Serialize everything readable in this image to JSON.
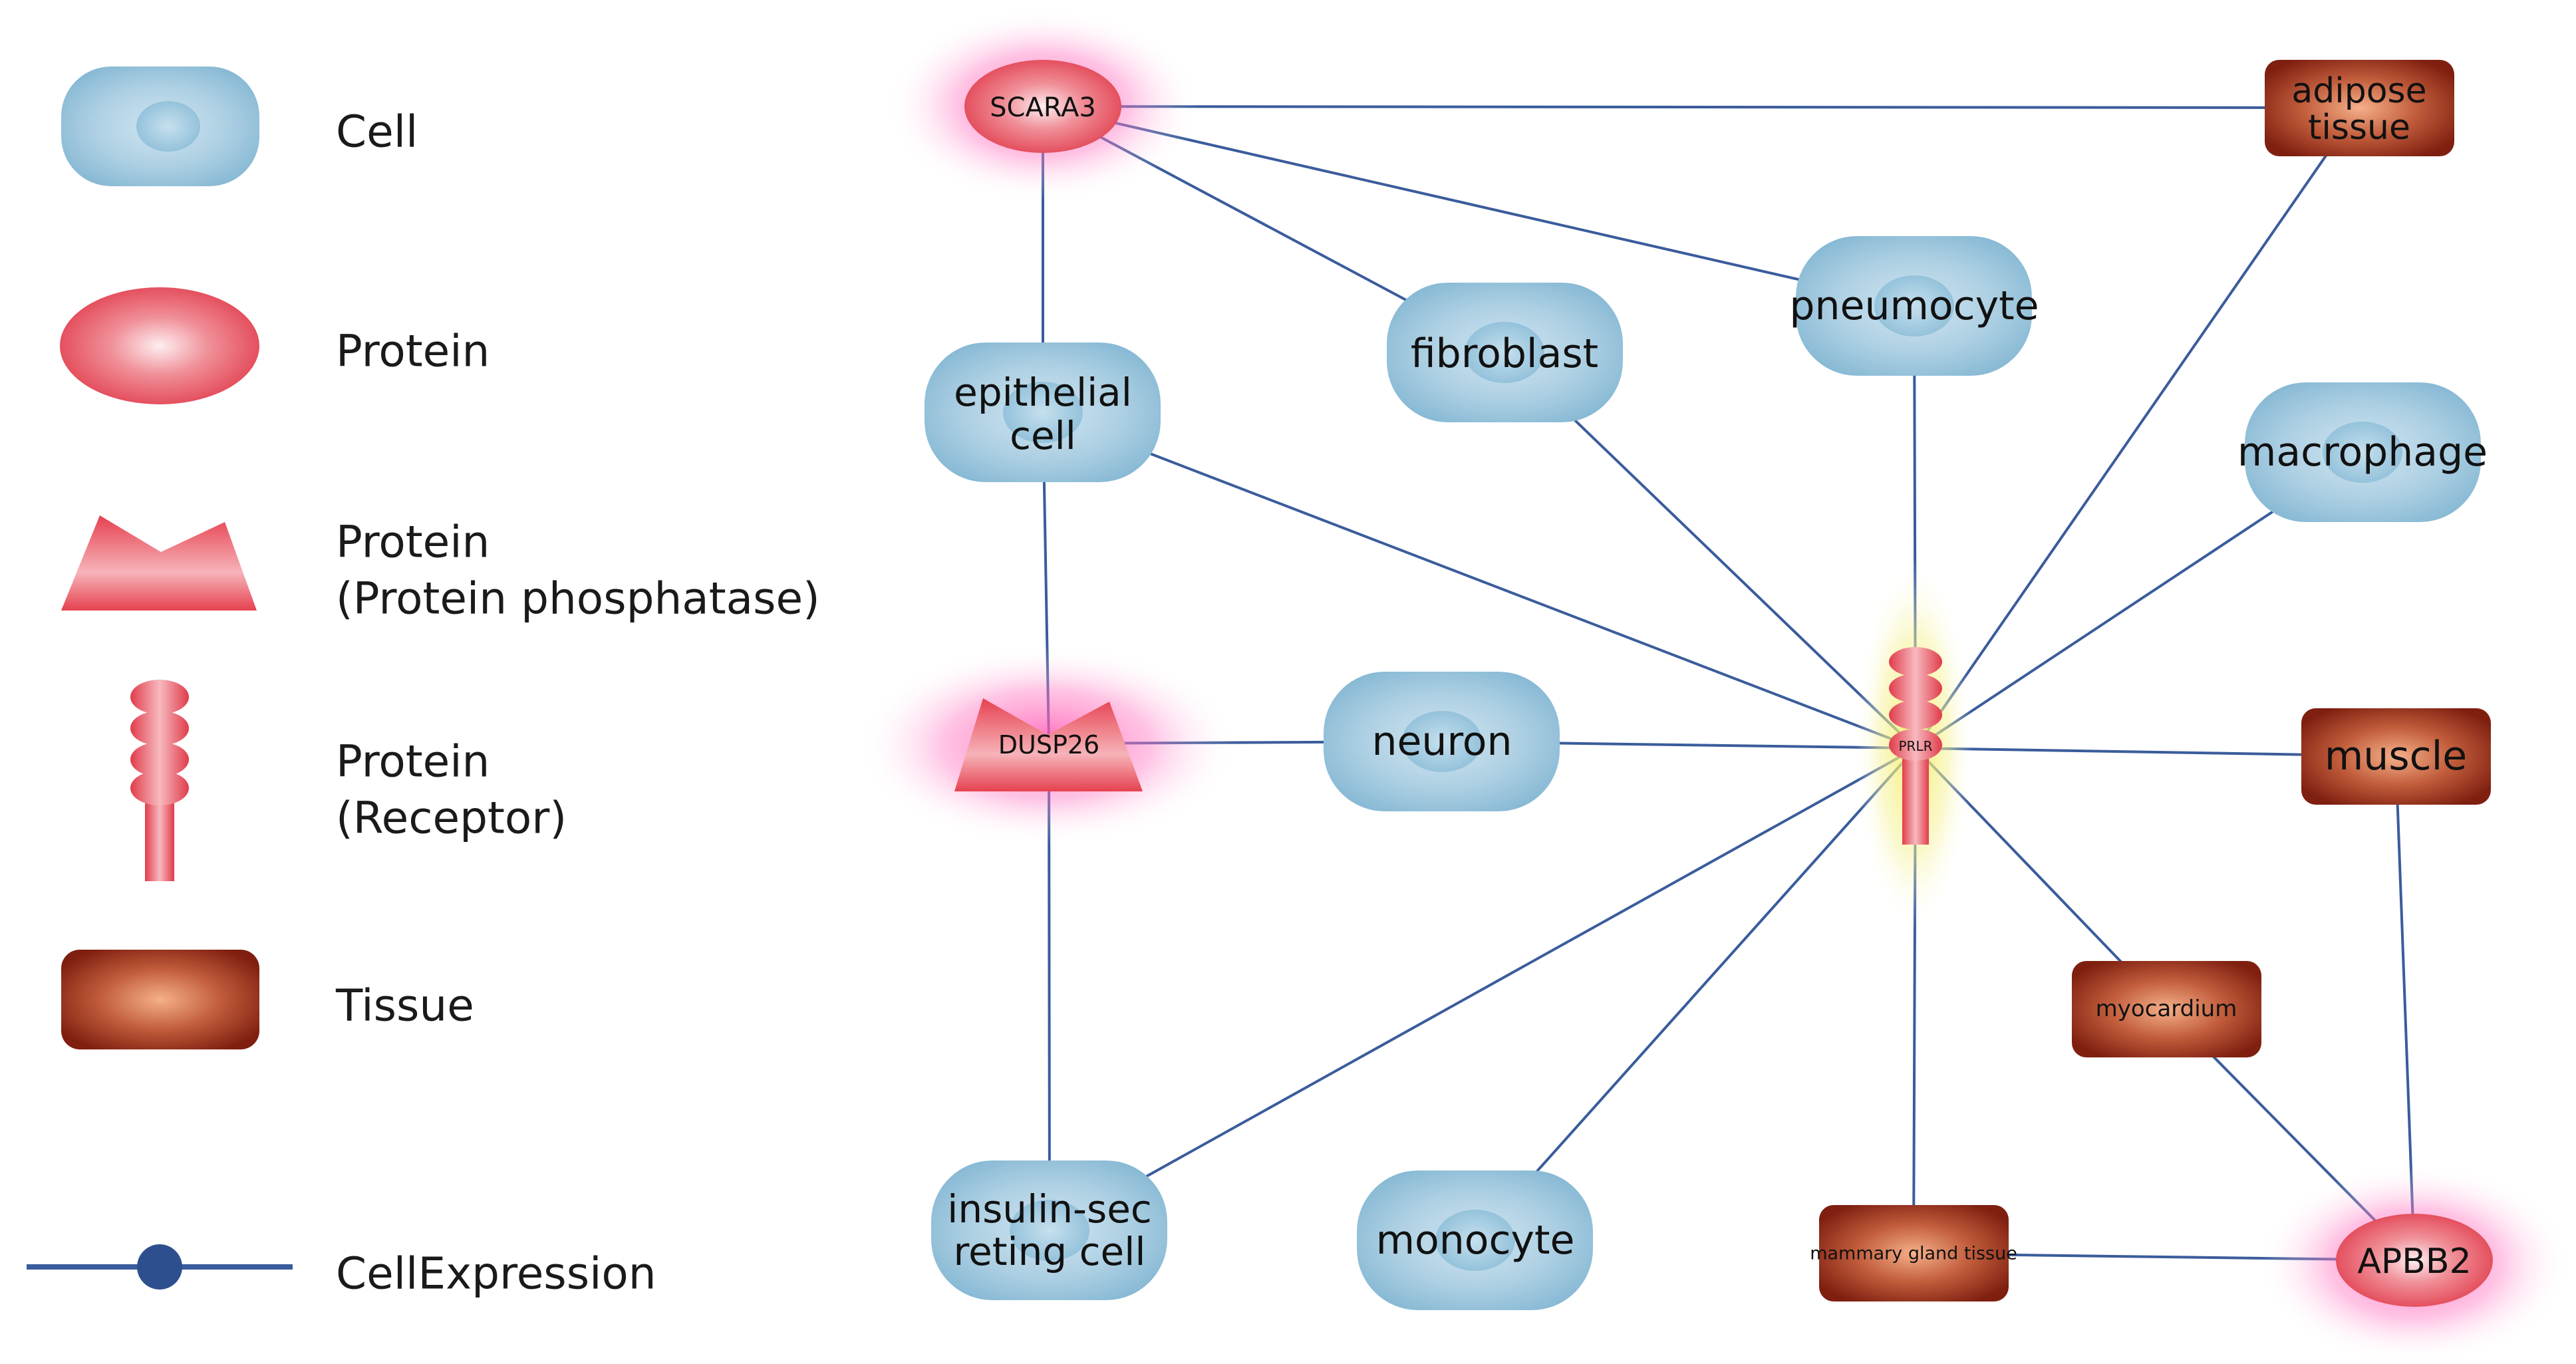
{
  "legend": {
    "cell": "Cell",
    "protein": "Protein",
    "phosphatase_line1": "Protein",
    "phosphatase_line2": "(Protein phosphatase)",
    "receptor_line1": "Protein",
    "receptor_line2": "(Receptor)",
    "tissue": "Tissue",
    "cell_expression": "CellExpression"
  },
  "colors": {
    "cell_fill": "#a9cde0",
    "cell_edge": "#7fb3d0",
    "protein_fill": "#e8505a",
    "protein_center": "#fbe2e4",
    "tissue_fill": "#8b2414",
    "tissue_center": "#f3a77f",
    "edge": "#3a5c9c",
    "highlight_pink": "#ff5fb4",
    "highlight_yellow": "#f4f07a"
  },
  "nodes": {
    "scara3": {
      "label": "SCARA3",
      "type": "protein",
      "highlight": "pink"
    },
    "dusp26": {
      "label": "DUSP26",
      "type": "protein-phosphatase",
      "highlight": "pink"
    },
    "prlr": {
      "label": "PRLR",
      "type": "receptor",
      "highlight": "yellow"
    },
    "apbb2": {
      "label": "APBB2",
      "type": "protein",
      "highlight": "pink"
    },
    "epithelial": {
      "line1": "epithelial",
      "line2": "cell",
      "type": "cell"
    },
    "fibroblast": {
      "label": "fibroblast",
      "type": "cell"
    },
    "pneumocyte": {
      "label": "pneumocyte",
      "type": "cell"
    },
    "macrophage": {
      "label": "macrophage",
      "type": "cell"
    },
    "neuron": {
      "label": "neuron",
      "type": "cell"
    },
    "insulin": {
      "line1": "insulin-sec",
      "line2": "reting cell",
      "type": "cell"
    },
    "monocyte": {
      "label": "monocyte",
      "type": "cell"
    },
    "adipose": {
      "line1": "adipose",
      "line2": "tissue",
      "type": "tissue"
    },
    "muscle": {
      "label": "muscle",
      "type": "tissue"
    },
    "myocardium": {
      "label": "myocardium",
      "type": "tissue"
    },
    "mammary": {
      "label": "mammary gland tissue",
      "type": "tissue"
    }
  },
  "edges": [
    [
      "scara3",
      "adipose"
    ],
    [
      "scara3",
      "pneumocyte"
    ],
    [
      "scara3",
      "fibroblast"
    ],
    [
      "scara3",
      "epithelial"
    ],
    [
      "epithelial",
      "dusp26"
    ],
    [
      "epithelial",
      "prlr"
    ],
    [
      "fibroblast",
      "prlr"
    ],
    [
      "pneumocyte",
      "prlr"
    ],
    [
      "adipose",
      "prlr"
    ],
    [
      "macrophage",
      "prlr"
    ],
    [
      "neuron",
      "prlr"
    ],
    [
      "dusp26",
      "neuron"
    ],
    [
      "dusp26",
      "insulin"
    ],
    [
      "muscle",
      "prlr"
    ],
    [
      "prlr",
      "myocardium"
    ],
    [
      "prlr",
      "insulin"
    ],
    [
      "prlr",
      "monocyte"
    ],
    [
      "prlr",
      "mammary"
    ],
    [
      "muscle",
      "apbb2"
    ],
    [
      "myocardium",
      "apbb2"
    ],
    [
      "mammary",
      "apbb2"
    ]
  ]
}
